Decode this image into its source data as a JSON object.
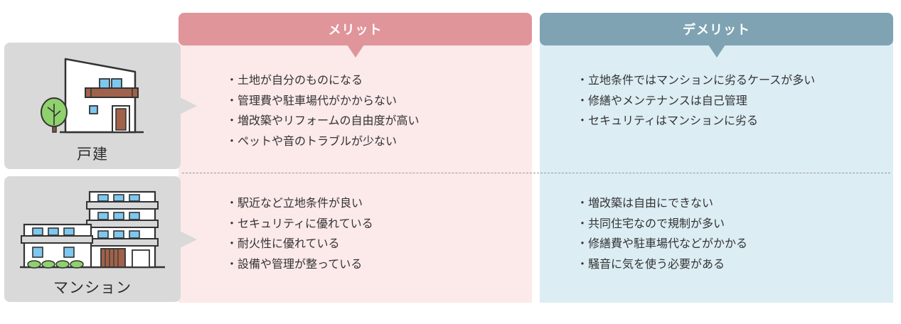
{
  "columns": {
    "merit": "メリット",
    "demerit": "デメリット"
  },
  "rows": [
    {
      "label": "戸建",
      "merits": [
        "土地が自分のものになる",
        "管理費や駐車場代がかからない",
        "増改築やリフォームの自由度が高い",
        "ペットや音のトラブルが少ない"
      ],
      "demerits": [
        "立地条件ではマンションに劣るケースが多い",
        "修繕やメンテナンスは自己管理",
        "セキュリティはマンションに劣る"
      ]
    },
    {
      "label": "マンション",
      "merits": [
        "駅近など立地条件が良い",
        "セキュリティに優れている",
        "耐火性に優れている",
        "設備や管理が整っている"
      ],
      "demerits": [
        "増改築は自由にできない",
        "共同住宅なので規制が多い",
        "修繕費や駐車場代などがかかる",
        "騒音に気を使う必要がある"
      ]
    }
  ],
  "colors": {
    "merit_header": "#e0959a",
    "merit_body": "#fce9ea",
    "demerit_header": "#7fa3b3",
    "demerit_body": "#dcedf4",
    "label_bg": "#d9d9da"
  },
  "icons": {
    "house": "house-illustration",
    "mansion": "apartment-building-illustration"
  }
}
